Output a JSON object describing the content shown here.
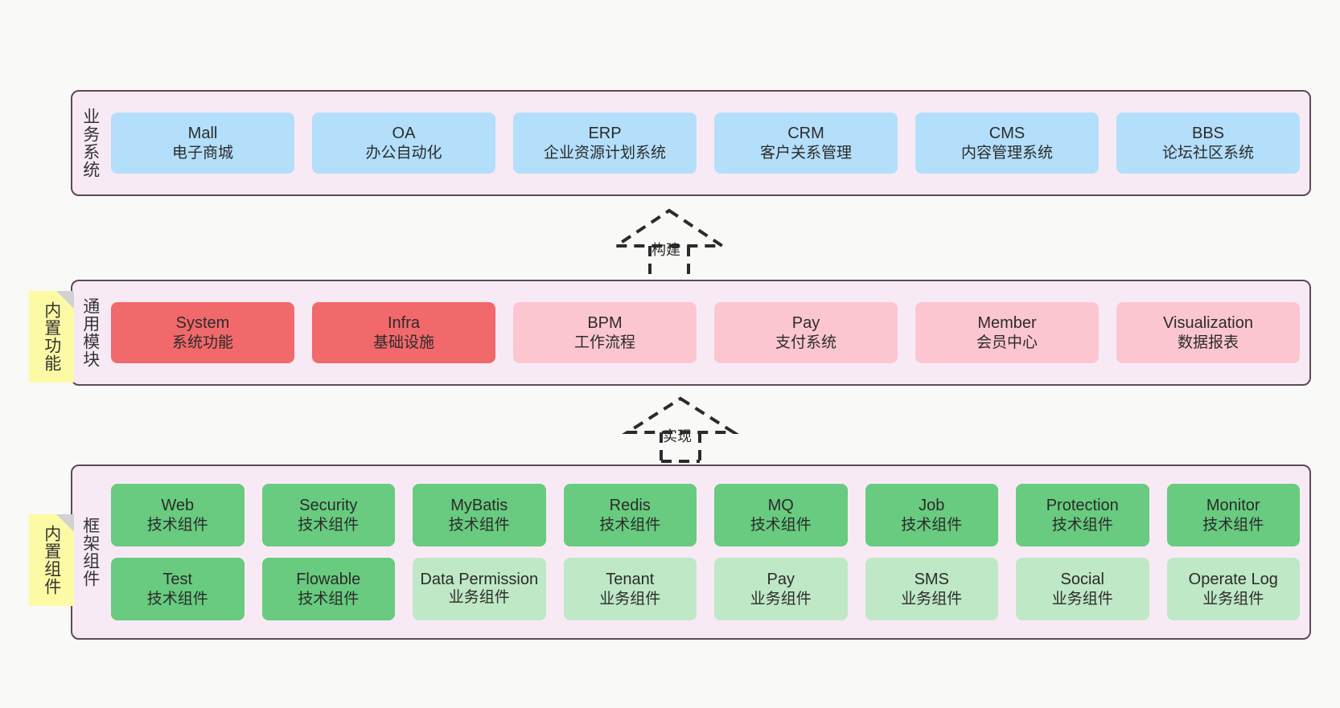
{
  "diagram": {
    "background": "#f9f9f7",
    "container_fill": "#f8eaf5",
    "container_border": "#5c4a58",
    "note_fill": "#fcfaa4"
  },
  "notes": [
    {
      "id": "builtin-function",
      "label": "内置功能"
    },
    {
      "id": "builtin-component",
      "label": "内置组件"
    }
  ],
  "connectors": [
    {
      "id": "build",
      "label": "构建",
      "style": "dashed-hollow-arrow",
      "direction": "up"
    },
    {
      "id": "implement",
      "label": "实现",
      "style": "dashed-hollow-arrow",
      "direction": "up"
    }
  ],
  "layers": [
    {
      "id": "business-system",
      "title": "业务系统",
      "rows": [
        {
          "cells": [
            {
              "name": "Mall",
              "sub": "电子商城",
              "color": "#b3dffb",
              "variant": "c-blue"
            },
            {
              "name": "OA",
              "sub": "办公自动化",
              "color": "#b3dffb",
              "variant": "c-blue"
            },
            {
              "name": "ERP",
              "sub": "企业资源计划系统",
              "color": "#b3dffb",
              "variant": "c-blue"
            },
            {
              "name": "CRM",
              "sub": "客户关系管理",
              "color": "#b3dffb",
              "variant": "c-blue"
            },
            {
              "name": "CMS",
              "sub": "内容管理系统",
              "color": "#b3dffb",
              "variant": "c-blue"
            },
            {
              "name": "BBS",
              "sub": "论坛社区系统",
              "color": "#b3dffb",
              "variant": "c-blue"
            }
          ]
        }
      ]
    },
    {
      "id": "common-module",
      "title": "通用模块",
      "rows": [
        {
          "cells": [
            {
              "name": "System",
              "sub": "系统功能",
              "color": "#f2696b",
              "variant": "c-red"
            },
            {
              "name": "Infra",
              "sub": "基础设施",
              "color": "#f2696b",
              "variant": "c-red"
            },
            {
              "name": "BPM",
              "sub": "工作流程",
              "color": "#fcc6d0",
              "variant": "c-pink"
            },
            {
              "name": "Pay",
              "sub": "支付系统",
              "color": "#fcc6d0",
              "variant": "c-pink"
            },
            {
              "name": "Member",
              "sub": "会员中心",
              "color": "#fcc6d0",
              "variant": "c-pink"
            },
            {
              "name": "Visualization",
              "sub": "数据报表",
              "color": "#fcc6d0",
              "variant": "c-pink"
            }
          ]
        }
      ]
    },
    {
      "id": "framework-component",
      "title": "框架组件",
      "rows": [
        {
          "cells": [
            {
              "name": "Web",
              "sub": "技术组件",
              "color": "#68cb7f",
              "variant": "c-green"
            },
            {
              "name": "Security",
              "sub": "技术组件",
              "color": "#68cb7f",
              "variant": "c-green"
            },
            {
              "name": "MyBatis",
              "sub": "技术组件",
              "color": "#68cb7f",
              "variant": "c-green"
            },
            {
              "name": "Redis",
              "sub": "技术组件",
              "color": "#68cb7f",
              "variant": "c-green"
            },
            {
              "name": "MQ",
              "sub": "技术组件",
              "color": "#68cb7f",
              "variant": "c-green"
            },
            {
              "name": "Job",
              "sub": "技术组件",
              "color": "#68cb7f",
              "variant": "c-green"
            },
            {
              "name": "Protection",
              "sub": "技术组件",
              "color": "#68cb7f",
              "variant": "c-green"
            },
            {
              "name": "Monitor",
              "sub": "技术组件",
              "color": "#68cb7f",
              "variant": "c-green"
            }
          ]
        },
        {
          "cells": [
            {
              "name": "Test",
              "sub": "技术组件",
              "color": "#68cb7f",
              "variant": "c-green"
            },
            {
              "name": "Flowable",
              "sub": "技术组件",
              "color": "#68cb7f",
              "variant": "c-green"
            },
            {
              "name": "Data Permission",
              "sub": "业务组件",
              "color": "#bfe8c6",
              "variant": "c-greenlight"
            },
            {
              "name": "Tenant",
              "sub": "业务组件",
              "color": "#bfe8c6",
              "variant": "c-greenlight"
            },
            {
              "name": "Pay",
              "sub": "业务组件",
              "color": "#bfe8c6",
              "variant": "c-greenlight"
            },
            {
              "name": "SMS",
              "sub": "业务组件",
              "color": "#bfe8c6",
              "variant": "c-greenlight"
            },
            {
              "name": "Social",
              "sub": "业务组件",
              "color": "#bfe8c6",
              "variant": "c-greenlight"
            },
            {
              "name": "Operate Log",
              "sub": "业务组件",
              "color": "#bfe8c6",
              "variant": "c-greenlight"
            }
          ]
        }
      ]
    }
  ]
}
